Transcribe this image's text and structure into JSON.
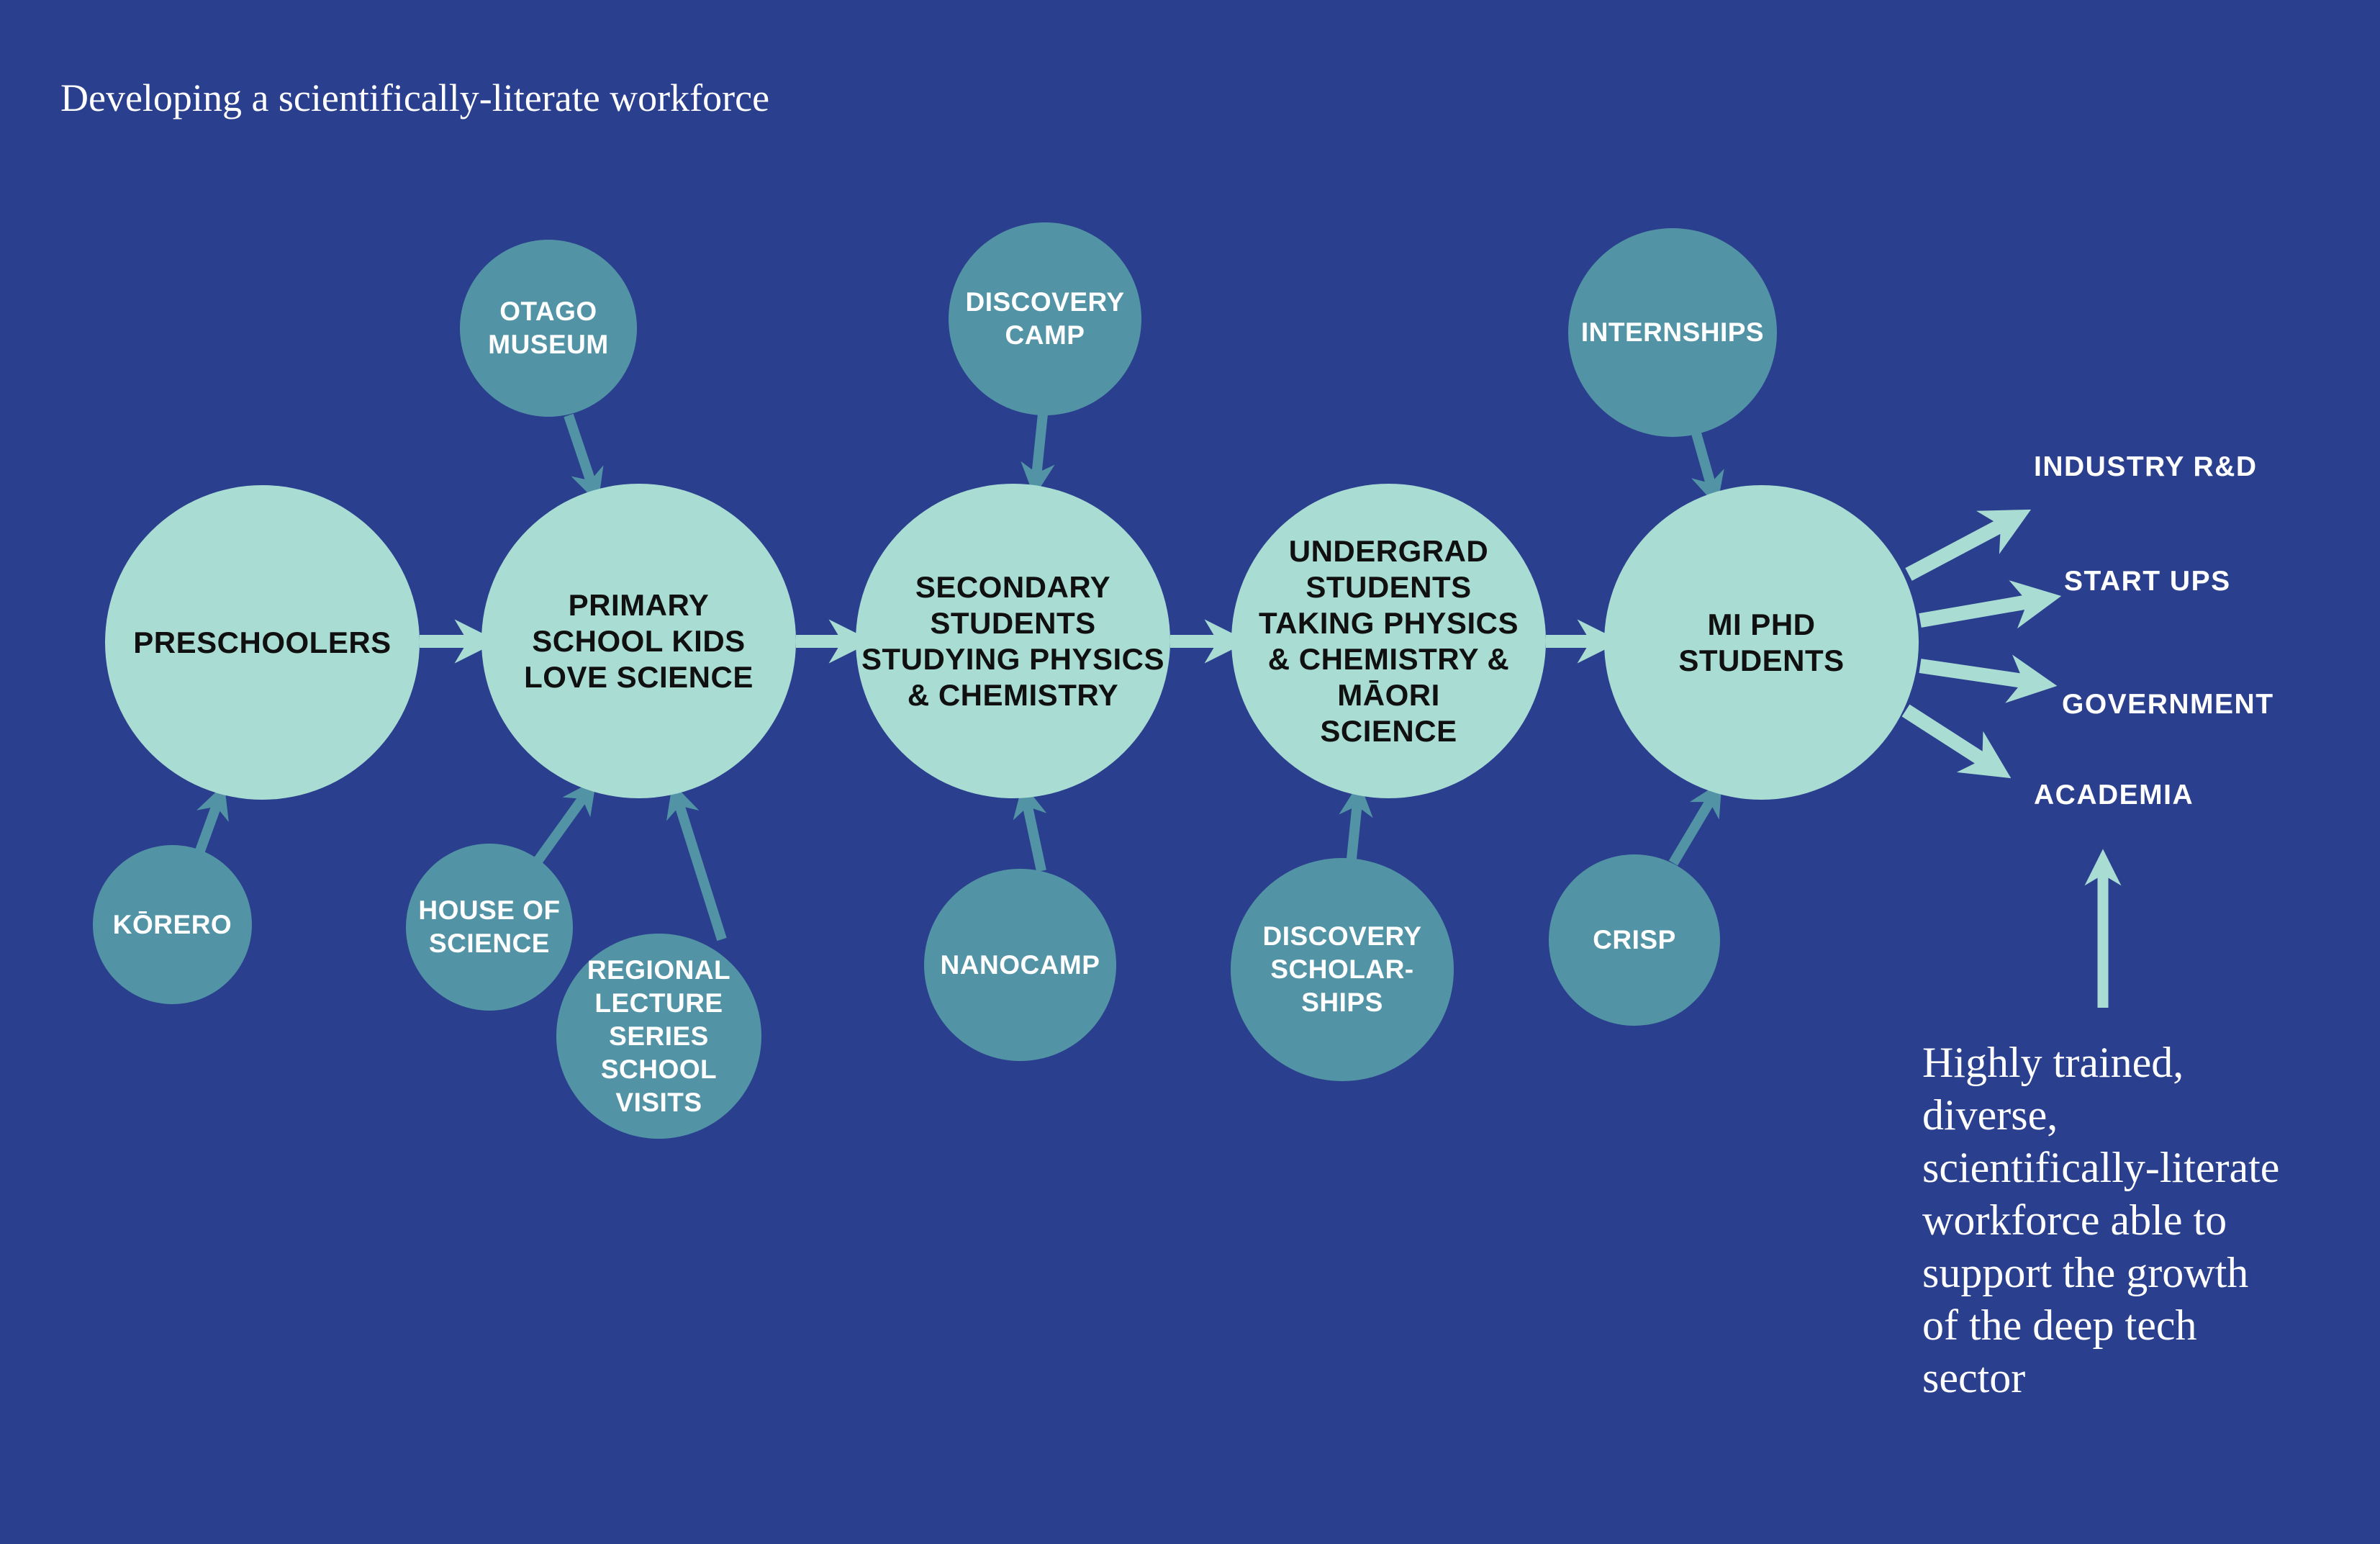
{
  "title": "Developing a scientifically-literate workforce",
  "colors": {
    "background": "#2A3F8D",
    "stage_circle": "#A9DCD3",
    "program_circle": "#5294A5",
    "stage_text": "#101010",
    "program_text": "#FFFFFF",
    "flow_arrow": "#A9DCD3",
    "support_arrow": "#5294A5",
    "label_text": "#FFFFFF"
  },
  "stages": [
    {
      "id": "preschoolers",
      "label": "PRESCHOOLERS"
    },
    {
      "id": "primary",
      "label": "PRIMARY\nSCHOOL KIDS\nLOVE SCIENCE"
    },
    {
      "id": "secondary",
      "label": "SECONDARY\nSTUDENTS\nSTUDYING PHYSICS\n& CHEMISTRY"
    },
    {
      "id": "undergrad",
      "label": "UNDERGRAD\nSTUDENTS\nTAKING PHYSICS\n& CHEMISTRY &\nMĀORI\nSCIENCE"
    },
    {
      "id": "phd",
      "label": "MI PHD\nSTUDENTS"
    }
  ],
  "programs": [
    {
      "id": "otago-museum",
      "label": "OTAGO\nMUSEUM"
    },
    {
      "id": "discovery-camp",
      "label": "DISCOVERY\nCAMP"
    },
    {
      "id": "internships",
      "label": "INTERNSHIPS"
    },
    {
      "id": "korero",
      "label": "KŌRERO"
    },
    {
      "id": "house-of-science",
      "label": "HOUSE OF\nSCIENCE"
    },
    {
      "id": "regional-lecture",
      "label": "REGIONAL\nLECTURE\nSERIES\nSCHOOL\nVISITS"
    },
    {
      "id": "nanocamp",
      "label": "NANOCAMP"
    },
    {
      "id": "discovery-scholarships",
      "label": "DISCOVERY\nSCHOLAR-\nSHIPS"
    },
    {
      "id": "crisp",
      "label": "CRISP"
    }
  ],
  "outcomes": [
    {
      "id": "industry-rd",
      "label": "INDUSTRY R&D"
    },
    {
      "id": "start-ups",
      "label": "START UPS"
    },
    {
      "id": "government",
      "label": "GOVERNMENT"
    },
    {
      "id": "academia",
      "label": "ACADEMIA"
    }
  ],
  "summary": "Highly trained,\ndiverse,\nscientifically-literate\nworkforce able to\nsupport the growth\nof the deep tech\nsector"
}
